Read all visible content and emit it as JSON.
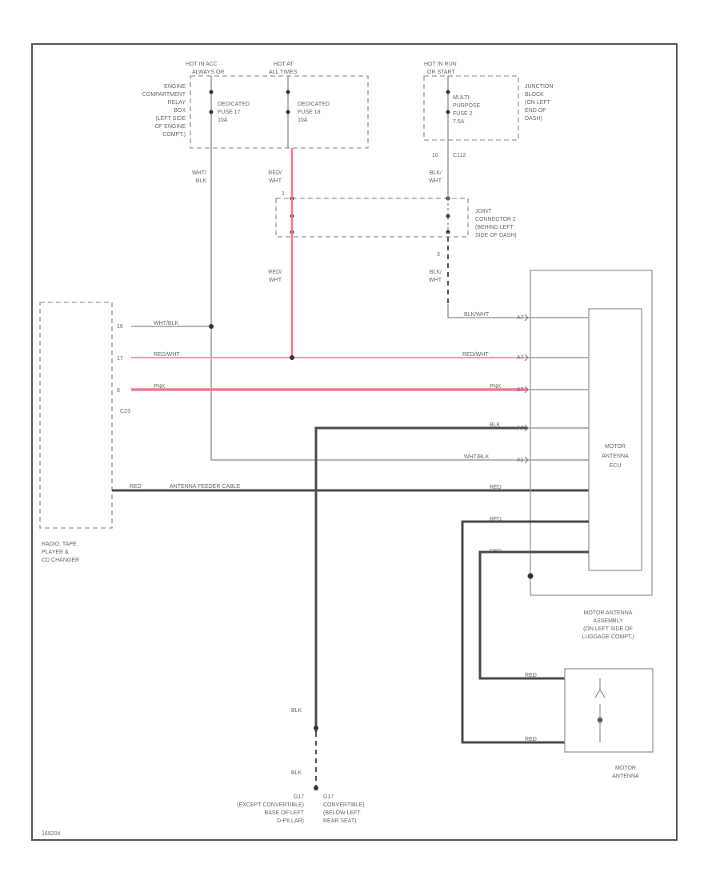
{
  "power_sources": {
    "hot_acc": [
      "HOT IN ACC",
      "ALWAYS OR"
    ],
    "hot_at_all": [
      "HOT AT",
      "ALL TIMES"
    ],
    "hot_run": [
      "HOT IN RUN",
      "OR START"
    ]
  },
  "engine_relay_box": [
    "ENGINE",
    "COMPARTMENT",
    "RELAY",
    "BOX",
    "(LEFT SIDE",
    "OF ENGINE",
    "COMPT.)"
  ],
  "fuse_17": [
    "DEDICATED",
    "FUSE 17",
    "10A"
  ],
  "fuse_18": [
    "DEDICATED",
    "FUSE 18",
    "10A"
  ],
  "fuse_multi": [
    "MULTI-",
    "PURPOSE",
    "FUSE 2",
    "7.5A"
  ],
  "junction_block": [
    "JUNCTION",
    "BLOCK",
    "(ON LEFT",
    "END OF",
    "DASH)"
  ],
  "joint_connector": [
    "JOINT",
    "CONNECTOR 2",
    "(BEHIND LEFT",
    "SIDE OF DASH)"
  ],
  "wire_labels": {
    "wht_blk_top": [
      "WHT/",
      "BLK"
    ],
    "red_wht_top": [
      "RED/",
      "WHT"
    ],
    "red_wht_mid": [
      "RED/",
      "WHT"
    ],
    "blk_wht_top": [
      "BLK/",
      "WHT"
    ],
    "blk_wht_mid": [
      "BLK/",
      "WHT"
    ],
    "pin_10": "10",
    "pin_1": "1",
    "pin_3": "3",
    "c112": "C112"
  },
  "radio": {
    "label": [
      "RADIO, TAPE",
      "PLAYER &",
      "CD CHANGER"
    ],
    "connector": "C23",
    "pins": [
      "16",
      "17",
      "8"
    ]
  },
  "radio_wires": {
    "w1": "WHT/BLK",
    "w2": "RED/WHT",
    "w3": "PNK",
    "shield_color": "RED",
    "shield_name": "ANTENNA FEEDER CABLE"
  },
  "ecu_wires": [
    "BLK/WHT",
    "RED/WHT",
    "PNK",
    "BLK",
    "WHT/BLK",
    "RED",
    "RED",
    "RED"
  ],
  "ecu_pins": [
    "A7",
    "A7",
    "A7",
    "A7",
    "A1"
  ],
  "ecu": [
    "MOTOR",
    "ANTENNA",
    "ECU"
  ],
  "antenna_assembly": [
    "MOTOR ANTENNA",
    "ASSEMBLY",
    "(ON LEFT SIDE OF",
    "LUGGAGE COMPT.)"
  ],
  "motor_wires": [
    "RED",
    "RED"
  ],
  "motor": [
    "MOTOR",
    "ANTENNA"
  ],
  "ground_wires": [
    "BLK",
    "BLK"
  ],
  "ground_g17_left": [
    "G17",
    "(EXCEPT CONVERTIBLE)",
    "BASE OF LEFT",
    "D-PILLAR)"
  ],
  "ground_g17_right": [
    "G17",
    "CONVERTIBLE)",
    "(BELOW LEFT",
    "REAR SEAT)"
  ],
  "footer_code": "169204"
}
